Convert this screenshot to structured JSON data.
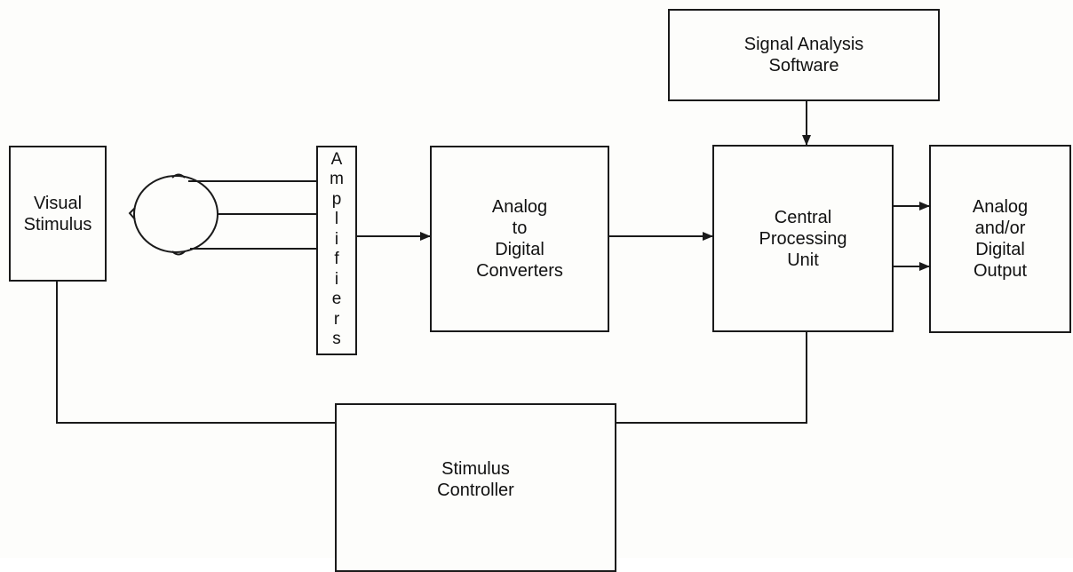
{
  "blocks": {
    "visual_stimulus": [
      "Visual",
      "Stimulus"
    ],
    "amplifiers": "Amplifiers",
    "adc": [
      "Analog",
      "to",
      "Digital",
      "Converters"
    ],
    "signal_software": [
      "Signal Analysis",
      "Software"
    ],
    "cpu": [
      "Central",
      "Processing",
      "Unit"
    ],
    "output": [
      "Analog",
      "and/or",
      "Digital",
      "Output"
    ],
    "stimulus_controller": [
      "Stimulus",
      "Controller"
    ]
  },
  "colors": {
    "line": "#1a1a1a",
    "background": "#fdfdfb"
  }
}
